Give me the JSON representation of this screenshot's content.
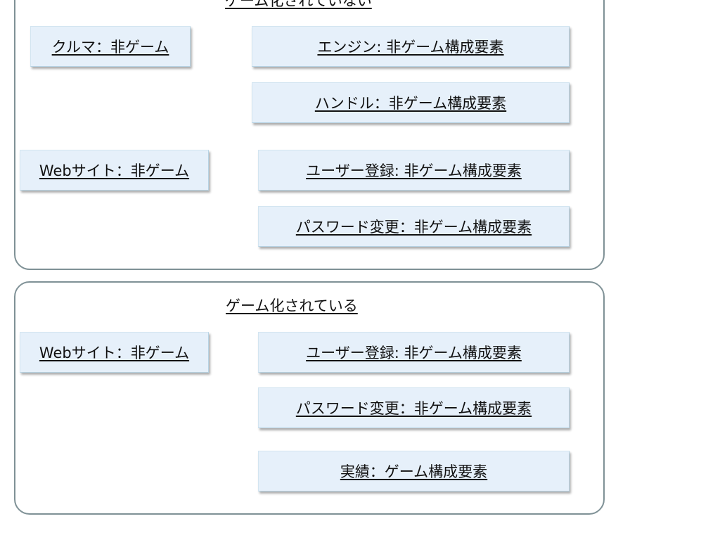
{
  "diagrams": [
    {
      "title": "ゲーム化されていない",
      "groups": [
        {
          "parent": "クルマ：非ゲーム",
          "children": [
            "エンジン: 非ゲーム構成要素",
            "ハンドル：非ゲーム構成要素"
          ]
        },
        {
          "parent": "Webサイト：非ゲーム",
          "children": [
            "ユーザー登録: 非ゲーム構成要素",
            "パスワード変更：非ゲーム構成要素"
          ]
        }
      ]
    },
    {
      "title": "ゲーム化されている",
      "groups": [
        {
          "parent": "Webサイト：非ゲーム",
          "children": [
            "ユーザー登録: 非ゲーム構成要素",
            "パスワード変更：非ゲーム構成要素",
            "実績：ゲーム構成要素"
          ]
        }
      ]
    }
  ],
  "colors": {
    "node_fill": "#e6f0fa",
    "node_border": "#b7d3e4",
    "panel_border": "#7f9196",
    "connector": "#6a94b2",
    "connector_accent": "#4f86d6"
  }
}
